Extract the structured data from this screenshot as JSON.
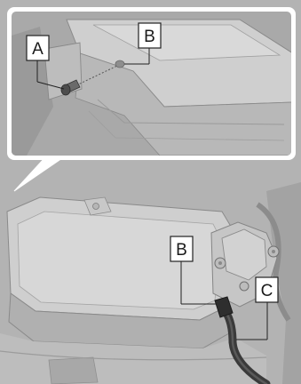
{
  "labels": {
    "inset_screw": "A",
    "inset_hole": "B",
    "main_terminal": "B",
    "main_cable": "C"
  },
  "colors": {
    "background": "#b3b3b3",
    "panel_light": "#d2d2d2",
    "panel_mid": "#c4c4c4",
    "panel_dark": "#9a9a9a",
    "edge": "#8a8a8a",
    "cable": "#3a3a3a",
    "inset_border": "#ffffff",
    "label_box": "#ffffff",
    "label_stroke": "#222222"
  }
}
